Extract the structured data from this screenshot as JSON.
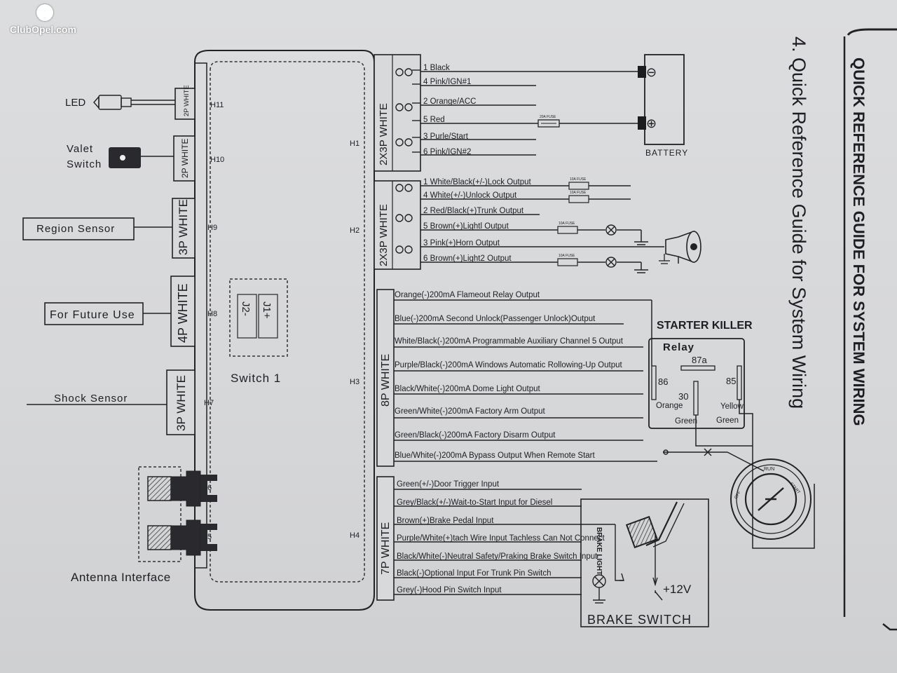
{
  "watermark": "ClubOpel.com",
  "heading": {
    "title": "QUICK REFERENCE GUIDE FOR SYSTEM WIRING",
    "subtitle": "4. Quick Reference Guide for System Wiring"
  },
  "module": {
    "switch_label": "Switch 1",
    "jumpers": [
      "J1+",
      "J2-"
    ],
    "headers": [
      "H1",
      "H2",
      "H3",
      "H4",
      "H5",
      "H6",
      "H7",
      "H8",
      "H9",
      "H10",
      "H11"
    ]
  },
  "left": {
    "led": "LED",
    "valet": [
      "Valet",
      "Switch"
    ],
    "region_sensor": "Region Sensor",
    "future_use": "For Future Use",
    "shock_sensor": "Shock Sensor",
    "antenna": "Antenna Interface"
  },
  "connectors": {
    "c2p1": "2P WHITE",
    "c2p2": "2P WHITE",
    "c3p1": "3P WHITE",
    "c4p": "4P WHITE",
    "c3p2": "3P WHITE",
    "c6a": "2X3P WHITE",
    "c6b": "2X3P WHITE",
    "c8p": "8P WHITE",
    "c7p": "7P WHITE"
  },
  "wires_power": [
    "1 Black",
    "4 Pink/IGN#1",
    "2 Orange/ACC",
    "5 Red",
    "3 Purle/Start",
    "6 Pink/IGN#2"
  ],
  "wires_outputs": [
    "1 White/Black(+/-)Lock Output",
    "4 White(+/-)Unlock Output",
    "2 Red/Black(+)Trunk Output",
    "5 Brown(+)Lightl Output",
    "3 Pink(+)Horn Output",
    "6 Brown(+)Light2 Output"
  ],
  "wires_8p": [
    "Orange(-)200mA Flameout Relay Output",
    "Blue(-)200mA Second Unlock(Passenger Unlock)Output",
    "White/Black(-)200mA Programmable Auxiliary Channel 5 Output",
    "Purple/Black(-)200mA Windows Automatic Rollowing-Up Output",
    "Black/White(-)200mA Dome Light Output",
    "Green/White(-)200mA Factory Arm Output",
    "Green/Black(-)200mA Factory Disarm Output",
    "Blue/White(-)200mA Bypass Output When Remote Start"
  ],
  "wires_7p": [
    "Green(+/-)Door Trigger Input",
    "Grey/Black(+/-)Wait-to-Start Input for Diesel",
    "Brown(+)Brake Pedal Input",
    "Purple/White(+)tach Wire Input Tachless Can Not Connect",
    "Black/White(-)Neutral Safety/Praking Brake Switch Input",
    "Black(-)Optional Input For Trunk Pin Switch",
    "Grey(-)Hood Pin Switch Input"
  ],
  "fuses": {
    "f20": "20A FUSE",
    "f10": "10A FUSE"
  },
  "battery": {
    "label": "BATTERY",
    "minus": "⊖",
    "plus": "⊕"
  },
  "starter_killer": {
    "title": "STARTER KILLER",
    "relay": "Relay",
    "p87a": "87a",
    "p86": "86",
    "p85": "85",
    "p30": "30",
    "orange": "Orange",
    "yellow": "Yellow",
    "green1": "Green",
    "green2": "Green"
  },
  "ignition": {
    "run": "RUN",
    "start": "START",
    "off": "OFF"
  },
  "brake": {
    "title": "BRAKE SWITCH",
    "light": "BRAKE LIGHT",
    "v12": "+12V"
  }
}
